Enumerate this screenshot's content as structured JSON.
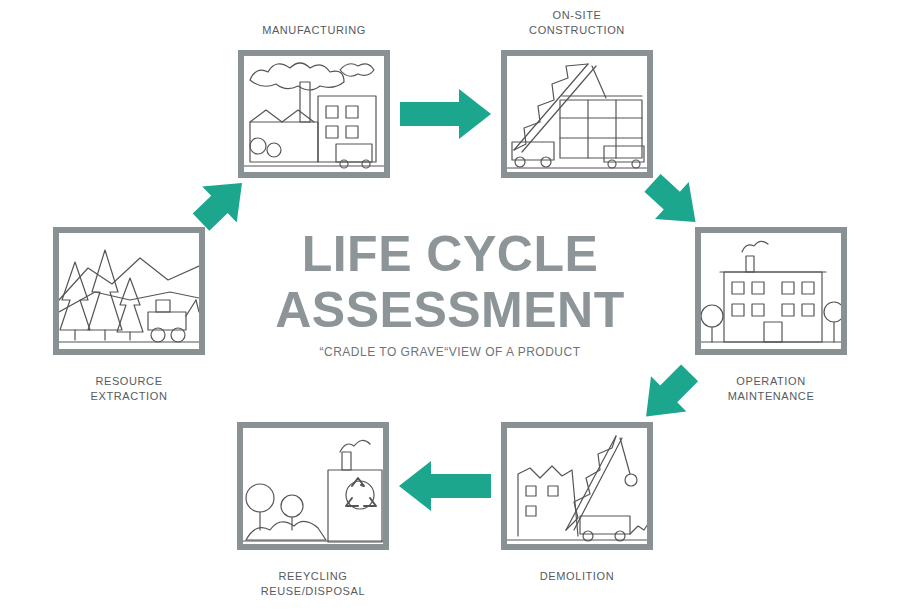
{
  "diagram": {
    "title": "LIFE CYCLE ASSESSMENT",
    "caption": "“CRADLE TO GRAVE“VIEW OF A PRODUCT",
    "nodes": [
      {
        "text": [
          "RESOURCE EXTRACTION"
        ]
      },
      {
        "text": [
          "MANUFACTURING"
        ]
      },
      {
        "text": [
          "ON-SITE CONSTRUCTION"
        ]
      },
      {
        "text": [
          "OPERATION MAINTENANCE"
        ]
      },
      {
        "text": [
          "DEMOLITION"
        ]
      },
      {
        "text": [
          "REEYCLING REUSE/DISPOSAL"
        ]
      }
    ],
    "edges": [
      {
        "from": 0,
        "to": 1,
        "arrow": "to"
      },
      {
        "from": 1,
        "to": 2,
        "arrow": "to"
      },
      {
        "from": 2,
        "to": 3,
        "arrow": "to"
      },
      {
        "from": 3,
        "to": 4,
        "arrow": "to"
      },
      {
        "from": 4,
        "to": 5,
        "arrow": "to"
      }
    ]
  }
}
